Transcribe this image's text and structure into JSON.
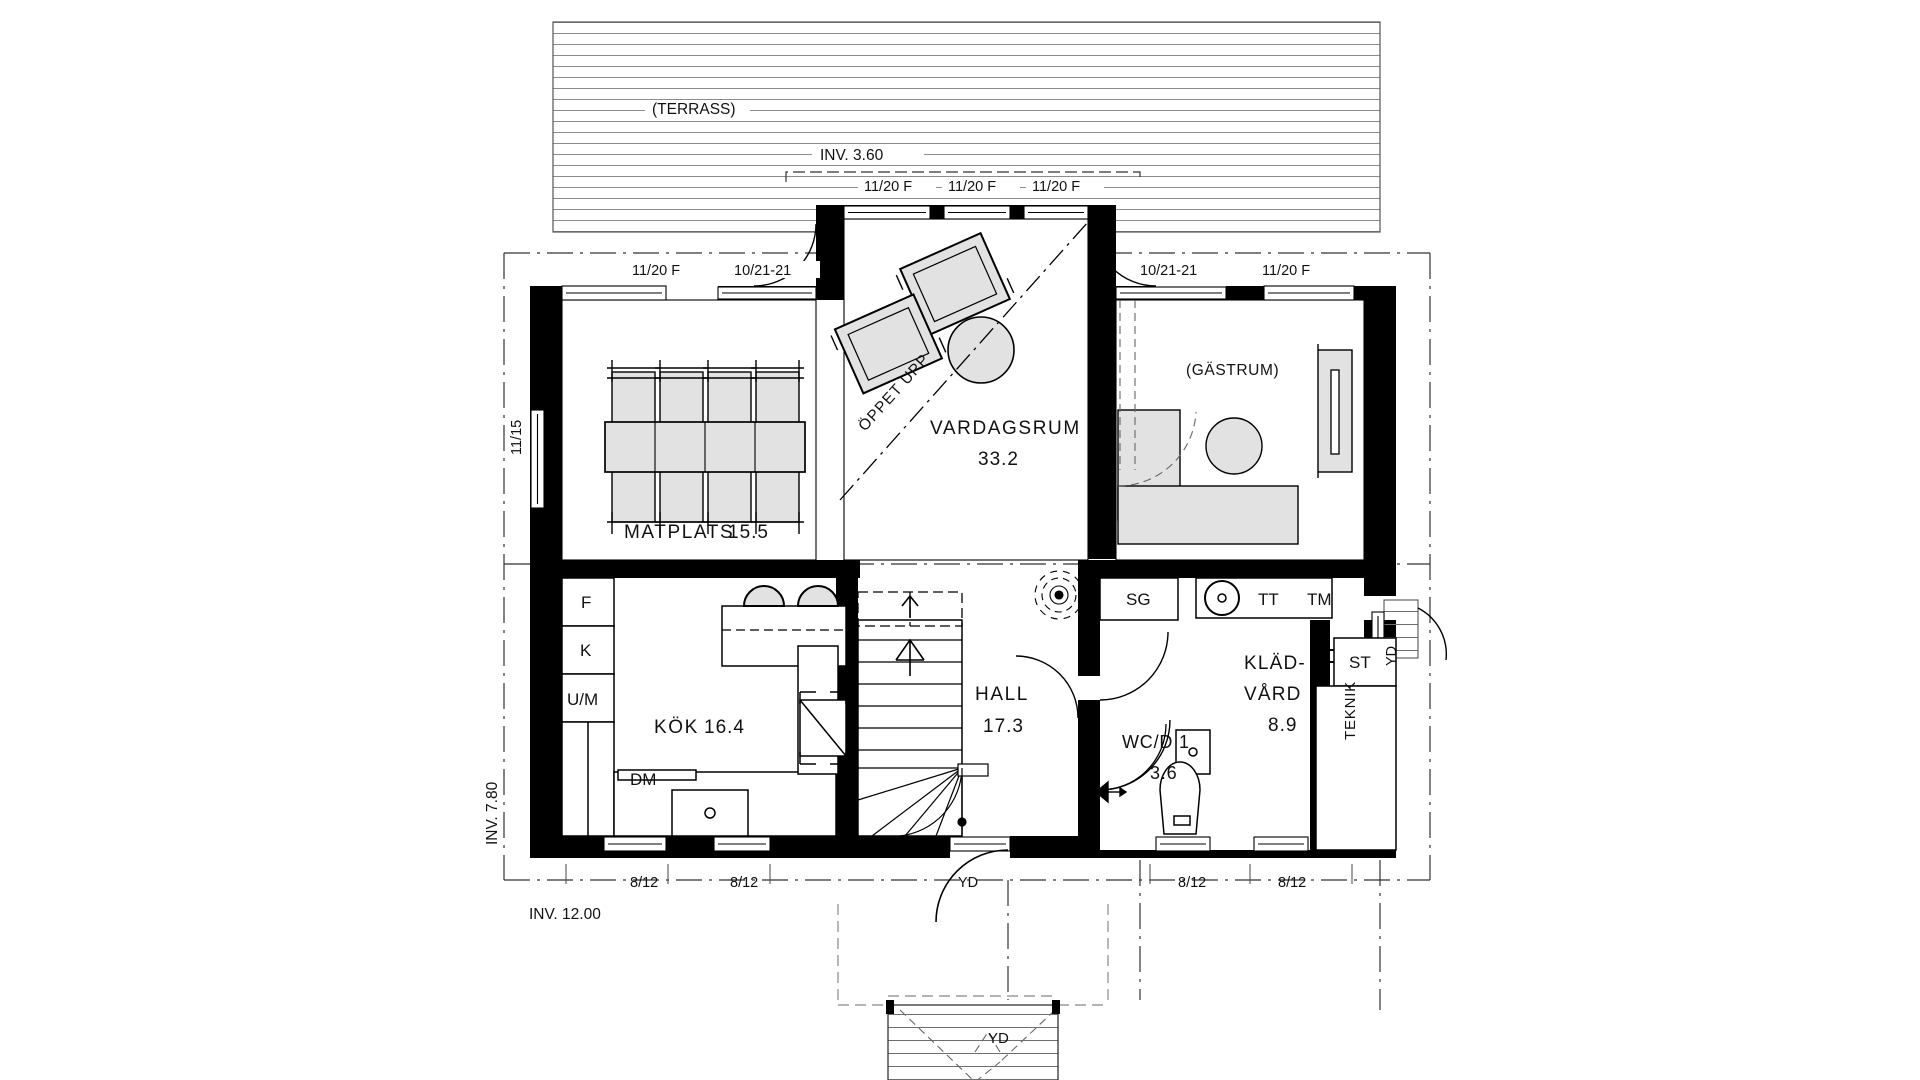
{
  "drawing": {
    "type": "architectural-floor-plan",
    "language": "sv",
    "colors": {
      "wall": "#000000",
      "furniture_fill": "#e2e2e2",
      "line": "#1a1a1a",
      "hatch": "#8c8c8c",
      "background": "#ffffff"
    }
  },
  "rooms": [
    {
      "id": "vardagsrum",
      "name": "VARDAGSRUM",
      "area": "33.2"
    },
    {
      "id": "matplats",
      "name": "MATPLATS",
      "area": "15.5"
    },
    {
      "id": "kok",
      "name": "KÖK",
      "area": "16.4"
    },
    {
      "id": "hall",
      "name": "HALL",
      "area": "17.3"
    },
    {
      "id": "wc_d",
      "name": "WC/D 1",
      "area": "3.6"
    },
    {
      "id": "kladvard",
      "name_line1": "KLÄD-",
      "name_line2": "VÅRD",
      "area": "8.9"
    },
    {
      "id": "gastrum",
      "name": "(GÄSTRUM)",
      "area": ""
    },
    {
      "id": "terrass",
      "name": "(TERRASS)",
      "area": ""
    }
  ],
  "annotations": {
    "oppet_upp": "ÖPPET UPP",
    "inv_top": "INV.  3.60",
    "inv_left": "INV.  7.80",
    "inv_bottom": "INV.  12.00",
    "dim_left_window": "11/15"
  },
  "windows": {
    "top_living": [
      "11/20 F",
      "11/20 F",
      "11/20 F"
    ],
    "upper_left": "11/20 F",
    "upper_right": "11/20 F",
    "bottom": [
      "8/12",
      "8/12",
      "8/12",
      "8/12"
    ]
  },
  "doors": {
    "terrace_left": "10/21-21",
    "terrace_right": "10/21-21",
    "entrance": "YD",
    "side_entrance": "YD",
    "porch": "YD"
  },
  "fixtures": [
    {
      "id": "fridge",
      "label": "F"
    },
    {
      "id": "freezer",
      "label": "K"
    },
    {
      "id": "oven-micro",
      "label": "U/M"
    },
    {
      "id": "dishwasher",
      "label": "DM"
    },
    {
      "id": "shoe-cabinet",
      "label": "SG"
    },
    {
      "id": "tumble-dryer",
      "label": "TT"
    },
    {
      "id": "washing-machine",
      "label": "TM"
    },
    {
      "id": "storage",
      "label": "ST"
    },
    {
      "id": "technical-room",
      "label": "TEKNIK"
    }
  ]
}
